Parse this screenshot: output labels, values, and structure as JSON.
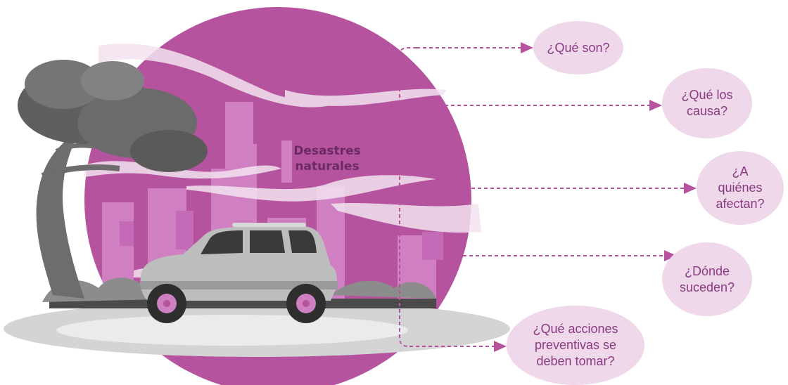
{
  "center": {
    "line1": "Desastres",
    "line2": "naturales"
  },
  "questions": [
    "¿Qué son?",
    "¿Qué los\ncausa?",
    "¿A\nquiénes\nafectan?",
    "¿Dónde\nsuceden?",
    "¿Qué acciones\npreventivas se\ndeben tomar?"
  ],
  "colors": {
    "sun": "#b5539f",
    "buildings": "#d07fc2",
    "bubble": "#eed8ea",
    "bubble_text": "#8a3a80",
    "arrow": "#b5539f",
    "title": "#6a2a63"
  }
}
